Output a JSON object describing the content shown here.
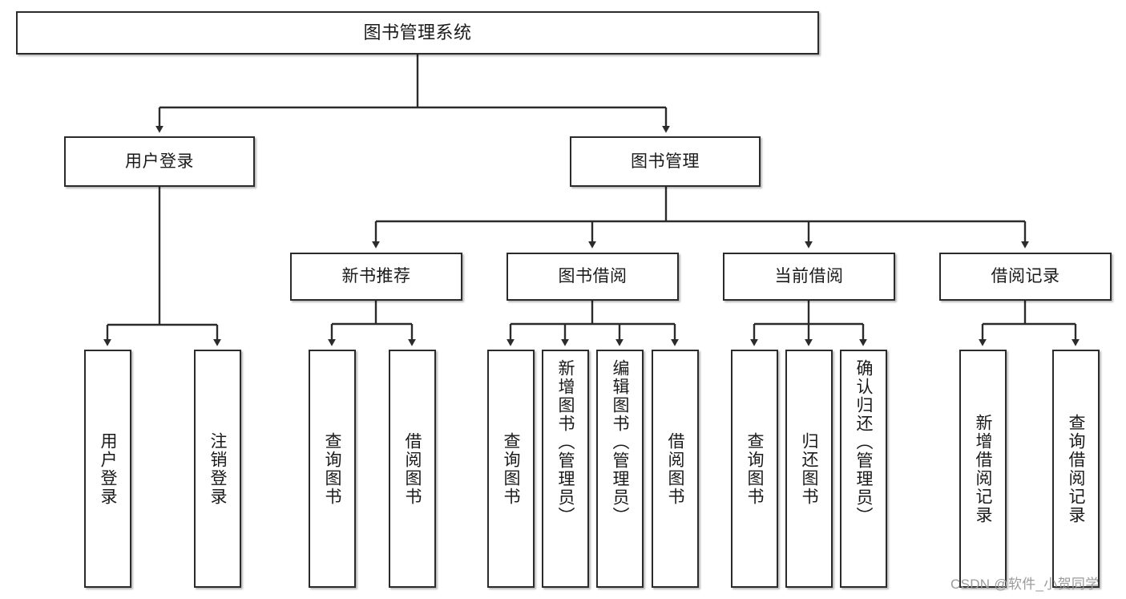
{
  "diagram": {
    "type": "tree",
    "title": "图书管理系统",
    "orientation": "top-down",
    "levels": 4,
    "line_color": "#2b2b2b",
    "box_fill": "#ffffff",
    "text_color": "#1a1a1a"
  },
  "root": {
    "label": "图书管理系统"
  },
  "level2": [
    {
      "label": "用户登录"
    },
    {
      "label": "图书管理"
    }
  ],
  "level3": [
    {
      "label": "新书推荐"
    },
    {
      "label": "图书借阅"
    },
    {
      "label": "当前借阅"
    },
    {
      "label": "借阅记录"
    }
  ],
  "leaves": {
    "user_login": [
      {
        "label": "用户登录"
      },
      {
        "label": "注销登录"
      }
    ],
    "new_book": [
      {
        "label": "查询图书"
      },
      {
        "label": "借阅图书"
      }
    ],
    "book_borrow": [
      {
        "label": "查询图书"
      },
      {
        "label": "新增图书（管理员）"
      },
      {
        "label": "编辑图书（管理员）"
      },
      {
        "label": "借阅图书"
      }
    ],
    "current_borrow": [
      {
        "label": "查询图书"
      },
      {
        "label": "归还图书"
      },
      {
        "label": "确认归还（管理员）"
      }
    ],
    "borrow_record": [
      {
        "label": "新增借阅记录"
      },
      {
        "label": "查询借阅记录"
      }
    ]
  },
  "watermark": {
    "text": "CSDN @软件_小贺同学"
  }
}
